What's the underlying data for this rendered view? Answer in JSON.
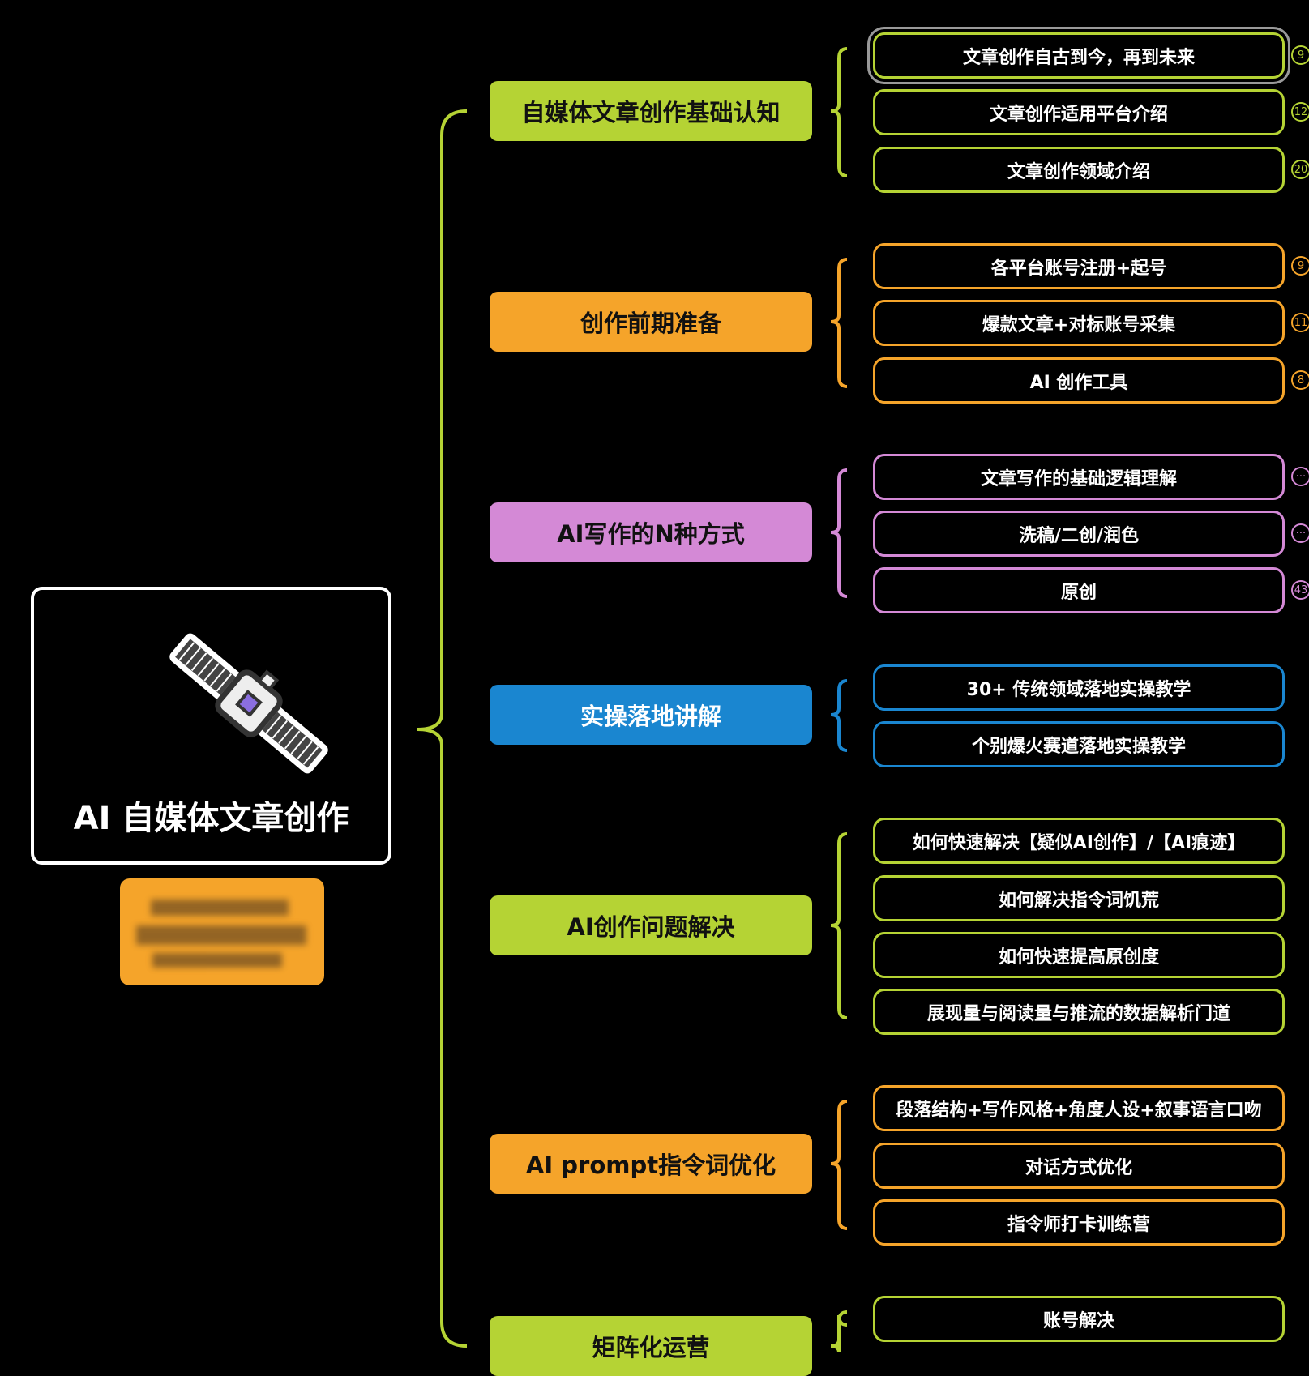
{
  "root": {
    "title": "AI 自媒体文章创作",
    "icon": "satellite-icon"
  },
  "colors": {
    "green": "#b5d334",
    "orange": "#f5a42a",
    "purple": "#d489d6",
    "blue": "#1a86d0"
  },
  "branches": [
    {
      "label": "自媒体文章创作基础认知",
      "color": "green",
      "children": [
        {
          "label": "文章创作自古到今，再到未来",
          "badge": "9"
        },
        {
          "label": "文章创作适用平台介绍",
          "badge": "12"
        },
        {
          "label": "文章创作领域介绍",
          "badge": "20"
        }
      ]
    },
    {
      "label": "创作前期准备",
      "color": "orange",
      "children": [
        {
          "label": "各平台账号注册+起号",
          "badge": "9"
        },
        {
          "label": "爆款文章+对标账号采集",
          "badge": "11"
        },
        {
          "label": "AI 创作工具",
          "badge": "8"
        }
      ]
    },
    {
      "label": "AI写作的N种方式",
      "color": "purple",
      "children": [
        {
          "label": "文章写作的基础逻辑理解",
          "badge": "···"
        },
        {
          "label": "洗稿/二创/润色",
          "badge": "···"
        },
        {
          "label": "原创",
          "badge": "43"
        }
      ]
    },
    {
      "label": "实操落地讲解",
      "color": "blue",
      "children": [
        {
          "label": "30+  传统领域落地实操教学",
          "badge": ""
        },
        {
          "label": "个别爆火赛道落地实操教学",
          "badge": ""
        }
      ]
    },
    {
      "label": "AI创作问题解决",
      "color": "green",
      "children": [
        {
          "label": "如何快速解决【疑似AI创作】/【AI痕迹】",
          "badge": ""
        },
        {
          "label": "如何解决指令词饥荒",
          "badge": ""
        },
        {
          "label": "如何快速提高原创度",
          "badge": ""
        },
        {
          "label": "展现量与阅读量与推流的数据解析门道",
          "badge": ""
        }
      ]
    },
    {
      "label": "AI prompt指令词优化",
      "color": "orange",
      "children": [
        {
          "label": "段落结构+写作风格+角度人设+叙事语言口吻",
          "badge": ""
        },
        {
          "label": "对话方式优化",
          "badge": ""
        },
        {
          "label": "指令师打卡训练营",
          "badge": ""
        }
      ]
    },
    {
      "label": "矩阵化运营",
      "color": "green",
      "children": [
        {
          "label": "账号解决",
          "badge": ""
        }
      ]
    }
  ]
}
